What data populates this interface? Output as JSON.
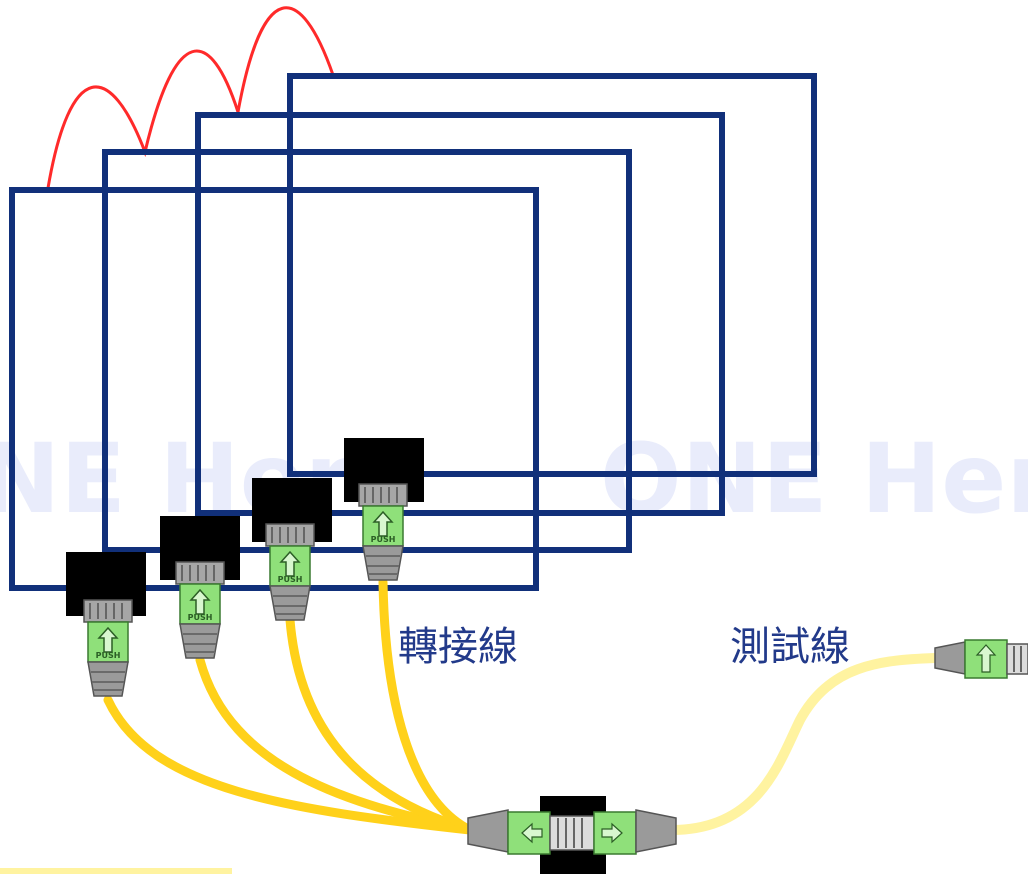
{
  "labels": {
    "patch_cord": "轉接線",
    "test_cord": "測試線"
  },
  "watermark": {
    "left": "NE Her",
    "right": "ONE Her"
  },
  "colors": {
    "loop": "#11307a",
    "jumper": "#ff2a2a",
    "cord_patch": "#ffd11a",
    "cord_test": "#fff3a0",
    "connector_body": "#8fe07a",
    "boot": "#9a9a9a",
    "adapter": "#000000",
    "label": "#223a8a",
    "watermark": "#e9ecfb"
  },
  "connectors": [
    {
      "text": "PUSH",
      "icon": "push-arrow-icon"
    },
    {
      "text": "PUSH",
      "icon": "push-arrow-icon"
    },
    {
      "text": "PUSH",
      "icon": "push-arrow-icon"
    },
    {
      "text": "PUSH",
      "icon": "push-arrow-icon"
    }
  ],
  "icons": {
    "connector_arrow": "push-arrow-icon"
  }
}
